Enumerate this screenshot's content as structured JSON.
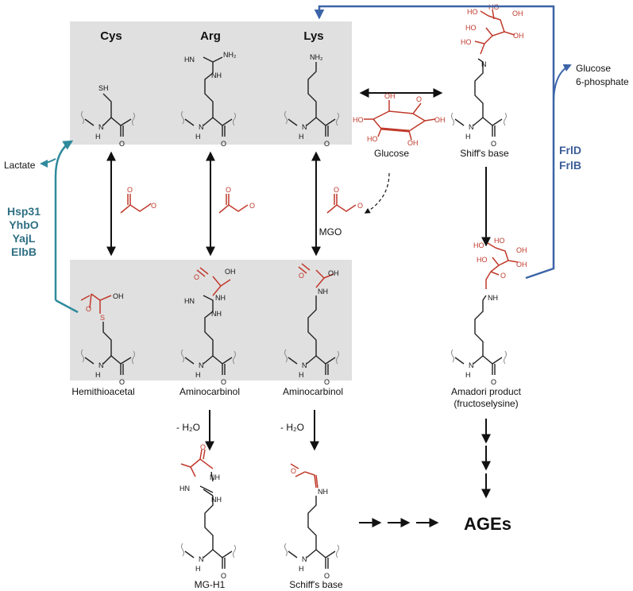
{
  "amino_acids": {
    "cys": "Cys",
    "arg": "Arg",
    "lys": "Lys"
  },
  "products": {
    "hemithioacetal": "Hemithioacetal",
    "aminocarbinol_arg": "Aminocarbinol",
    "aminocarbinol_lys": "Aminocarbinol",
    "mg_h1": "MG-H1",
    "schiff_base_mgo": "Schiff's base",
    "shiff_base_glucose": "Shiff's base",
    "amadori_line1": "Amadori product",
    "amadori_line2": "(fructoselysine)",
    "ages": "AGEs"
  },
  "reagents": {
    "glucose": "Glucose",
    "mgo": "MGO",
    "lactate": "Lactate",
    "glucose6p_line1": "Glucose",
    "glucose6p_line2": "6-phosphate",
    "minus_water_1": "- H₂O",
    "minus_water_2": "- H₂O"
  },
  "enzymes": {
    "deglycase_teal": [
      "Hsp31",
      "YhbO",
      "YajL",
      "ElbB"
    ],
    "deglycase_blue": [
      "FrlD",
      "FrlB"
    ]
  },
  "atoms": {
    "SH": "SH",
    "NH2": "NH₂",
    "NH": "NH",
    "HN": "HN",
    "H": "H",
    "N": "N",
    "O": "O",
    "OH": "OH",
    "HO": "HO",
    "S": "S"
  },
  "colors": {
    "panel_gray": "#e0e0e0",
    "teal": "#2f8a9c",
    "blue": "#3c64a8",
    "red_atoms": "#c0392b"
  }
}
